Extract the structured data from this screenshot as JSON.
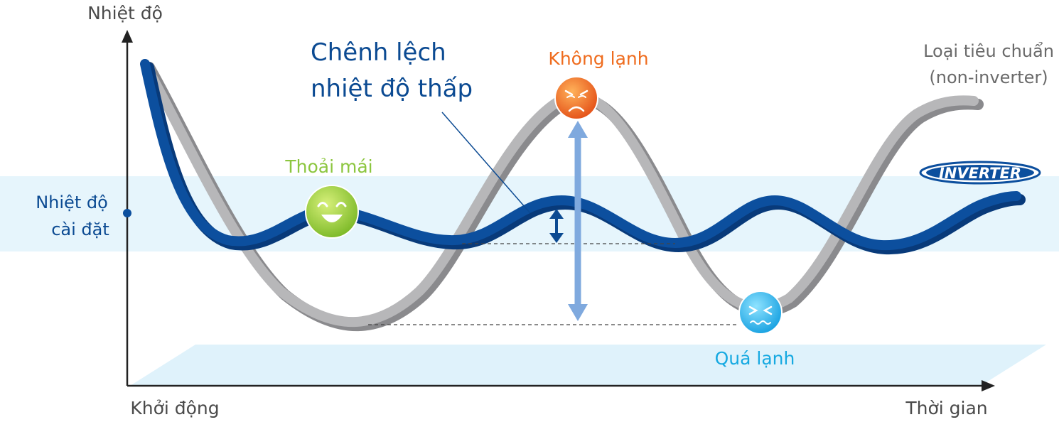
{
  "axes": {
    "y_label": "Nhiệt độ",
    "x_label": "Thời gian",
    "x_start_label": "Khởi động",
    "set_point_label_line1": "Nhiệt độ",
    "set_point_label_line2": "cài đặt"
  },
  "annotations": {
    "low_diff_line1": "Chênh lệch",
    "low_diff_line2": "nhiệt độ thấp",
    "comfortable": "Thoải mái",
    "not_cold": "Không lạnh",
    "too_cold": "Quá lạnh"
  },
  "legend": {
    "standard_line1": "Loại tiêu chuẩn",
    "standard_line2": "(non-inverter)",
    "inverter_badge": "INVERTER"
  },
  "colors": {
    "inverter_curve": "#0c4f9e",
    "standard_curve": "#a9a9ab",
    "set_point_band": "#e6f5fc",
    "floor": "#dff2fb",
    "text_dark_blue": "#0b4a92",
    "comfortable": "#8cc63f",
    "not_cold": "#ef6c1e",
    "too_cold": "#16a9e1",
    "axis_gray": "#5a5a5a",
    "arrow_light_blue": "#7fa9de"
  }
}
